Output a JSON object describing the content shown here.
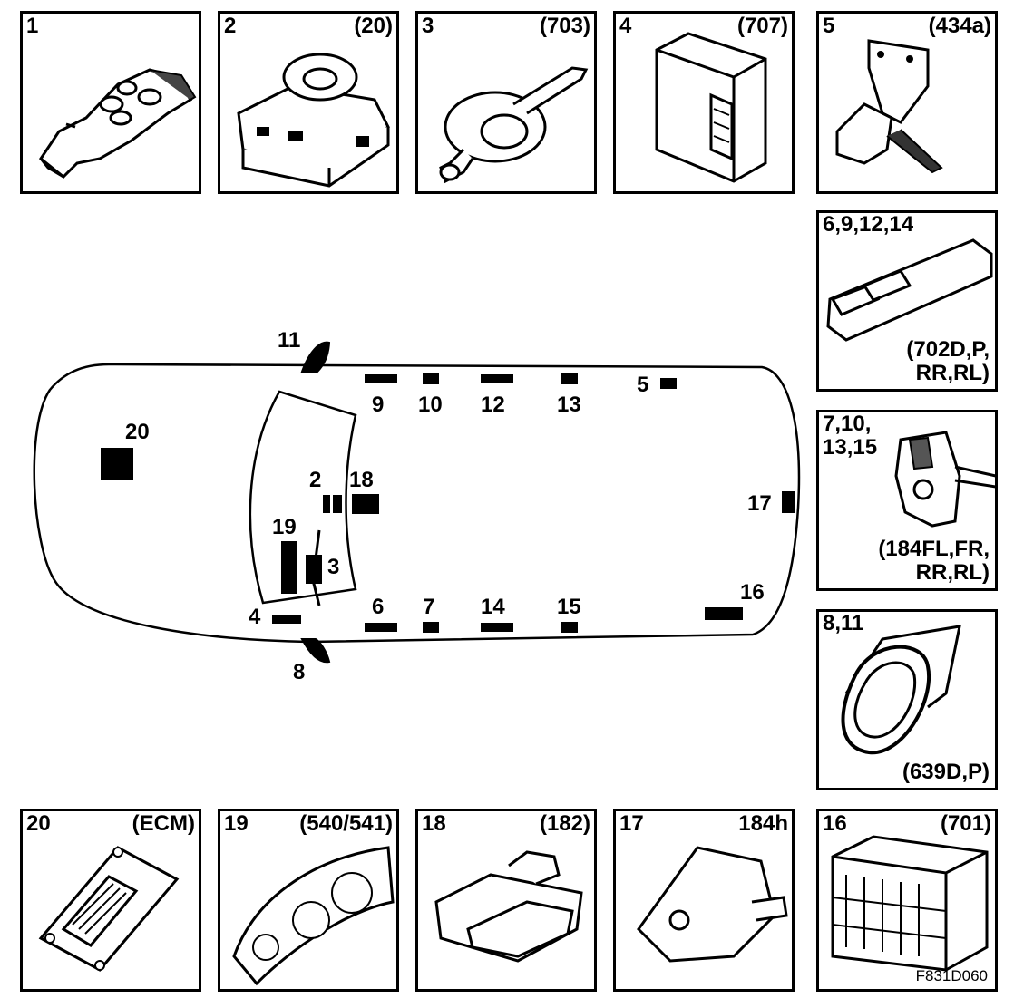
{
  "top_panels": [
    {
      "num": "1",
      "code": ""
    },
    {
      "num": "2",
      "code": "(20)"
    },
    {
      "num": "3",
      "code": "(703)"
    },
    {
      "num": "4",
      "code": "(707)"
    },
    {
      "num": "5",
      "code": "(434a)"
    }
  ],
  "right_panels": [
    {
      "num": "6,9,12,14",
      "code_line1": "(702D,P,",
      "code_line2": "RR,RL)"
    },
    {
      "num_line1": "7,10,",
      "num_line2": "13,15",
      "code_line1": "(184FL,FR,",
      "code_line2": "RR,RL)"
    },
    {
      "num": "8,11",
      "code": "(639D,P)"
    }
  ],
  "bottom_panels": [
    {
      "num": "20",
      "code": "(ECM)"
    },
    {
      "num": "19",
      "code": "(540/541)"
    },
    {
      "num": "18",
      "code": "(182)"
    },
    {
      "num": "17",
      "code": "184h"
    },
    {
      "num": "16",
      "code": "(701)"
    }
  ],
  "figure_ref": "F831D060",
  "car_labels": {
    "l2": "2",
    "l3": "3",
    "l4": "4",
    "l5": "5",
    "l6": "6",
    "l7": "7",
    "l8": "8",
    "l9": "9",
    "l10": "10",
    "l11": "11",
    "l12": "12",
    "l13": "13",
    "l14": "14",
    "l15": "15",
    "l16": "16",
    "l17": "17",
    "l18": "18",
    "l19": "19",
    "l20": "20"
  }
}
